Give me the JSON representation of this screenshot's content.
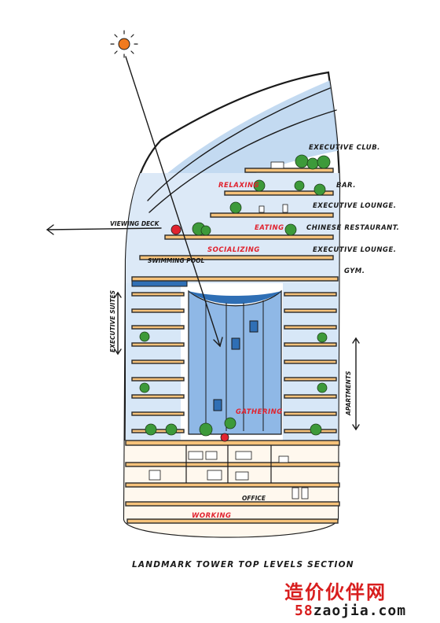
{
  "drawing": {
    "caption": "LANDMARK TOWER TOP LEVELS SECTION",
    "labels_right": {
      "executive_club": "EXECUTIVE CLUB.",
      "bar": "BAR.",
      "executive_lounge_upper": "EXECUTIVE LOUNGE.",
      "chinese_restaurant": "CHINESE RESTAURANT.",
      "executive_lounge_lower": "EXECUTIVE LOUNGE.",
      "gym": "GYM."
    },
    "labels_left": {
      "viewing_deck": "VIEWING DECK",
      "swimming_pool": "SWIMMING POOL",
      "executive_suites": "EXECUTIVE SUITES"
    },
    "labels_vertical_right": {
      "apartments": "APARTMENTS"
    },
    "labels_red": {
      "relaxing": "RELAXING",
      "eating": "EATING",
      "socializing": "SOCIALIZING",
      "gathering": "GATHERING",
      "working": "WORKING"
    },
    "labels_inside": {
      "office": "OFFICE"
    },
    "colors": {
      "sky_blue": "#bcd6ef",
      "atrium_blue": "#8fb8e6",
      "floor_orange": "#f6c27a",
      "sun_orange": "#f07a1e",
      "tree_green": "#3d9a3a",
      "pool_blue": "#2f6fb5",
      "red_accent": "#e0232f"
    },
    "icons": [
      "sun-icon",
      "arrow-left-icon",
      "arrow-up-down-icon"
    ]
  },
  "watermark": {
    "chinese_text": "造价伙伴网",
    "url_prefix": "58",
    "url_suffix": "zaojia.com"
  }
}
